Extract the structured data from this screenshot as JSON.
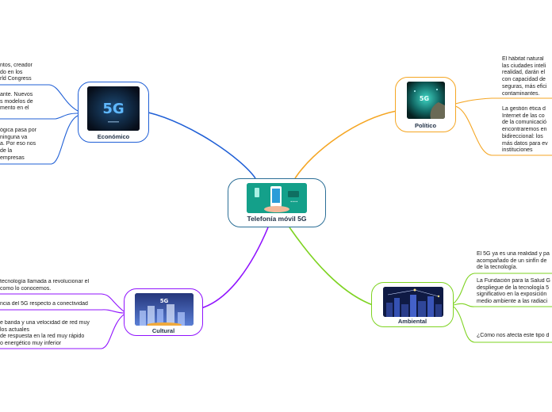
{
  "central": {
    "title": "Telefonía móvil 5G"
  },
  "nodes": {
    "economico": "Económico",
    "politico": "Político",
    "ambiental": "Ambiental",
    "cultural": "Cultural"
  },
  "image_text": {
    "economico": "5G",
    "politico": "5G",
    "cultural": "5G"
  },
  "texts": {
    "eco1": "ntos, creador\ndo en los\nrld Congress",
    "eco2": "ante. Nuevos\ns modelos de\nmento en el",
    "eco3": "ógica pasa por\nninguna va\na. Por eso nos\nde la\nempresas",
    "pol1": "El hábitat natural\nlas ciudades inteli\nrealidad, darán el\ncon capacidad de\nseguras, más efici\ncontaminantes.",
    "pol2": "La gestión ética d\nInternet de las co\nde la comunicació\nencontraremos en\nbidireccional: los\nmás datos para ev\ninstituciones",
    "amb1": "El 5G ya es una realidad y pa\nacompañado de un sinfín de\nde la tecnología.",
    "amb2": "La Fundación para la Salud G\ndespliegue de la tecnología 5\nsignificativo en la exposición\nmedio ambiente a las radiaci",
    "amb3": "¿Cómo nos afecta este tipo d",
    "cul1": "tecnología llamada a revolucionar el\ncomo lo conocemos.",
    "cul2": "ncia del 5G respecto a conectividad",
    "cul3": "e banda y una velocidad de red muy\nlos actuales\nde respuesta en la red muy rápido\no energético muy inferior"
  },
  "colors": {
    "economico": "#1f5fd6",
    "politico": "#f5a623",
    "ambiental": "#7ed321",
    "cultural": "#9013fe",
    "central": "#2c6f97"
  }
}
